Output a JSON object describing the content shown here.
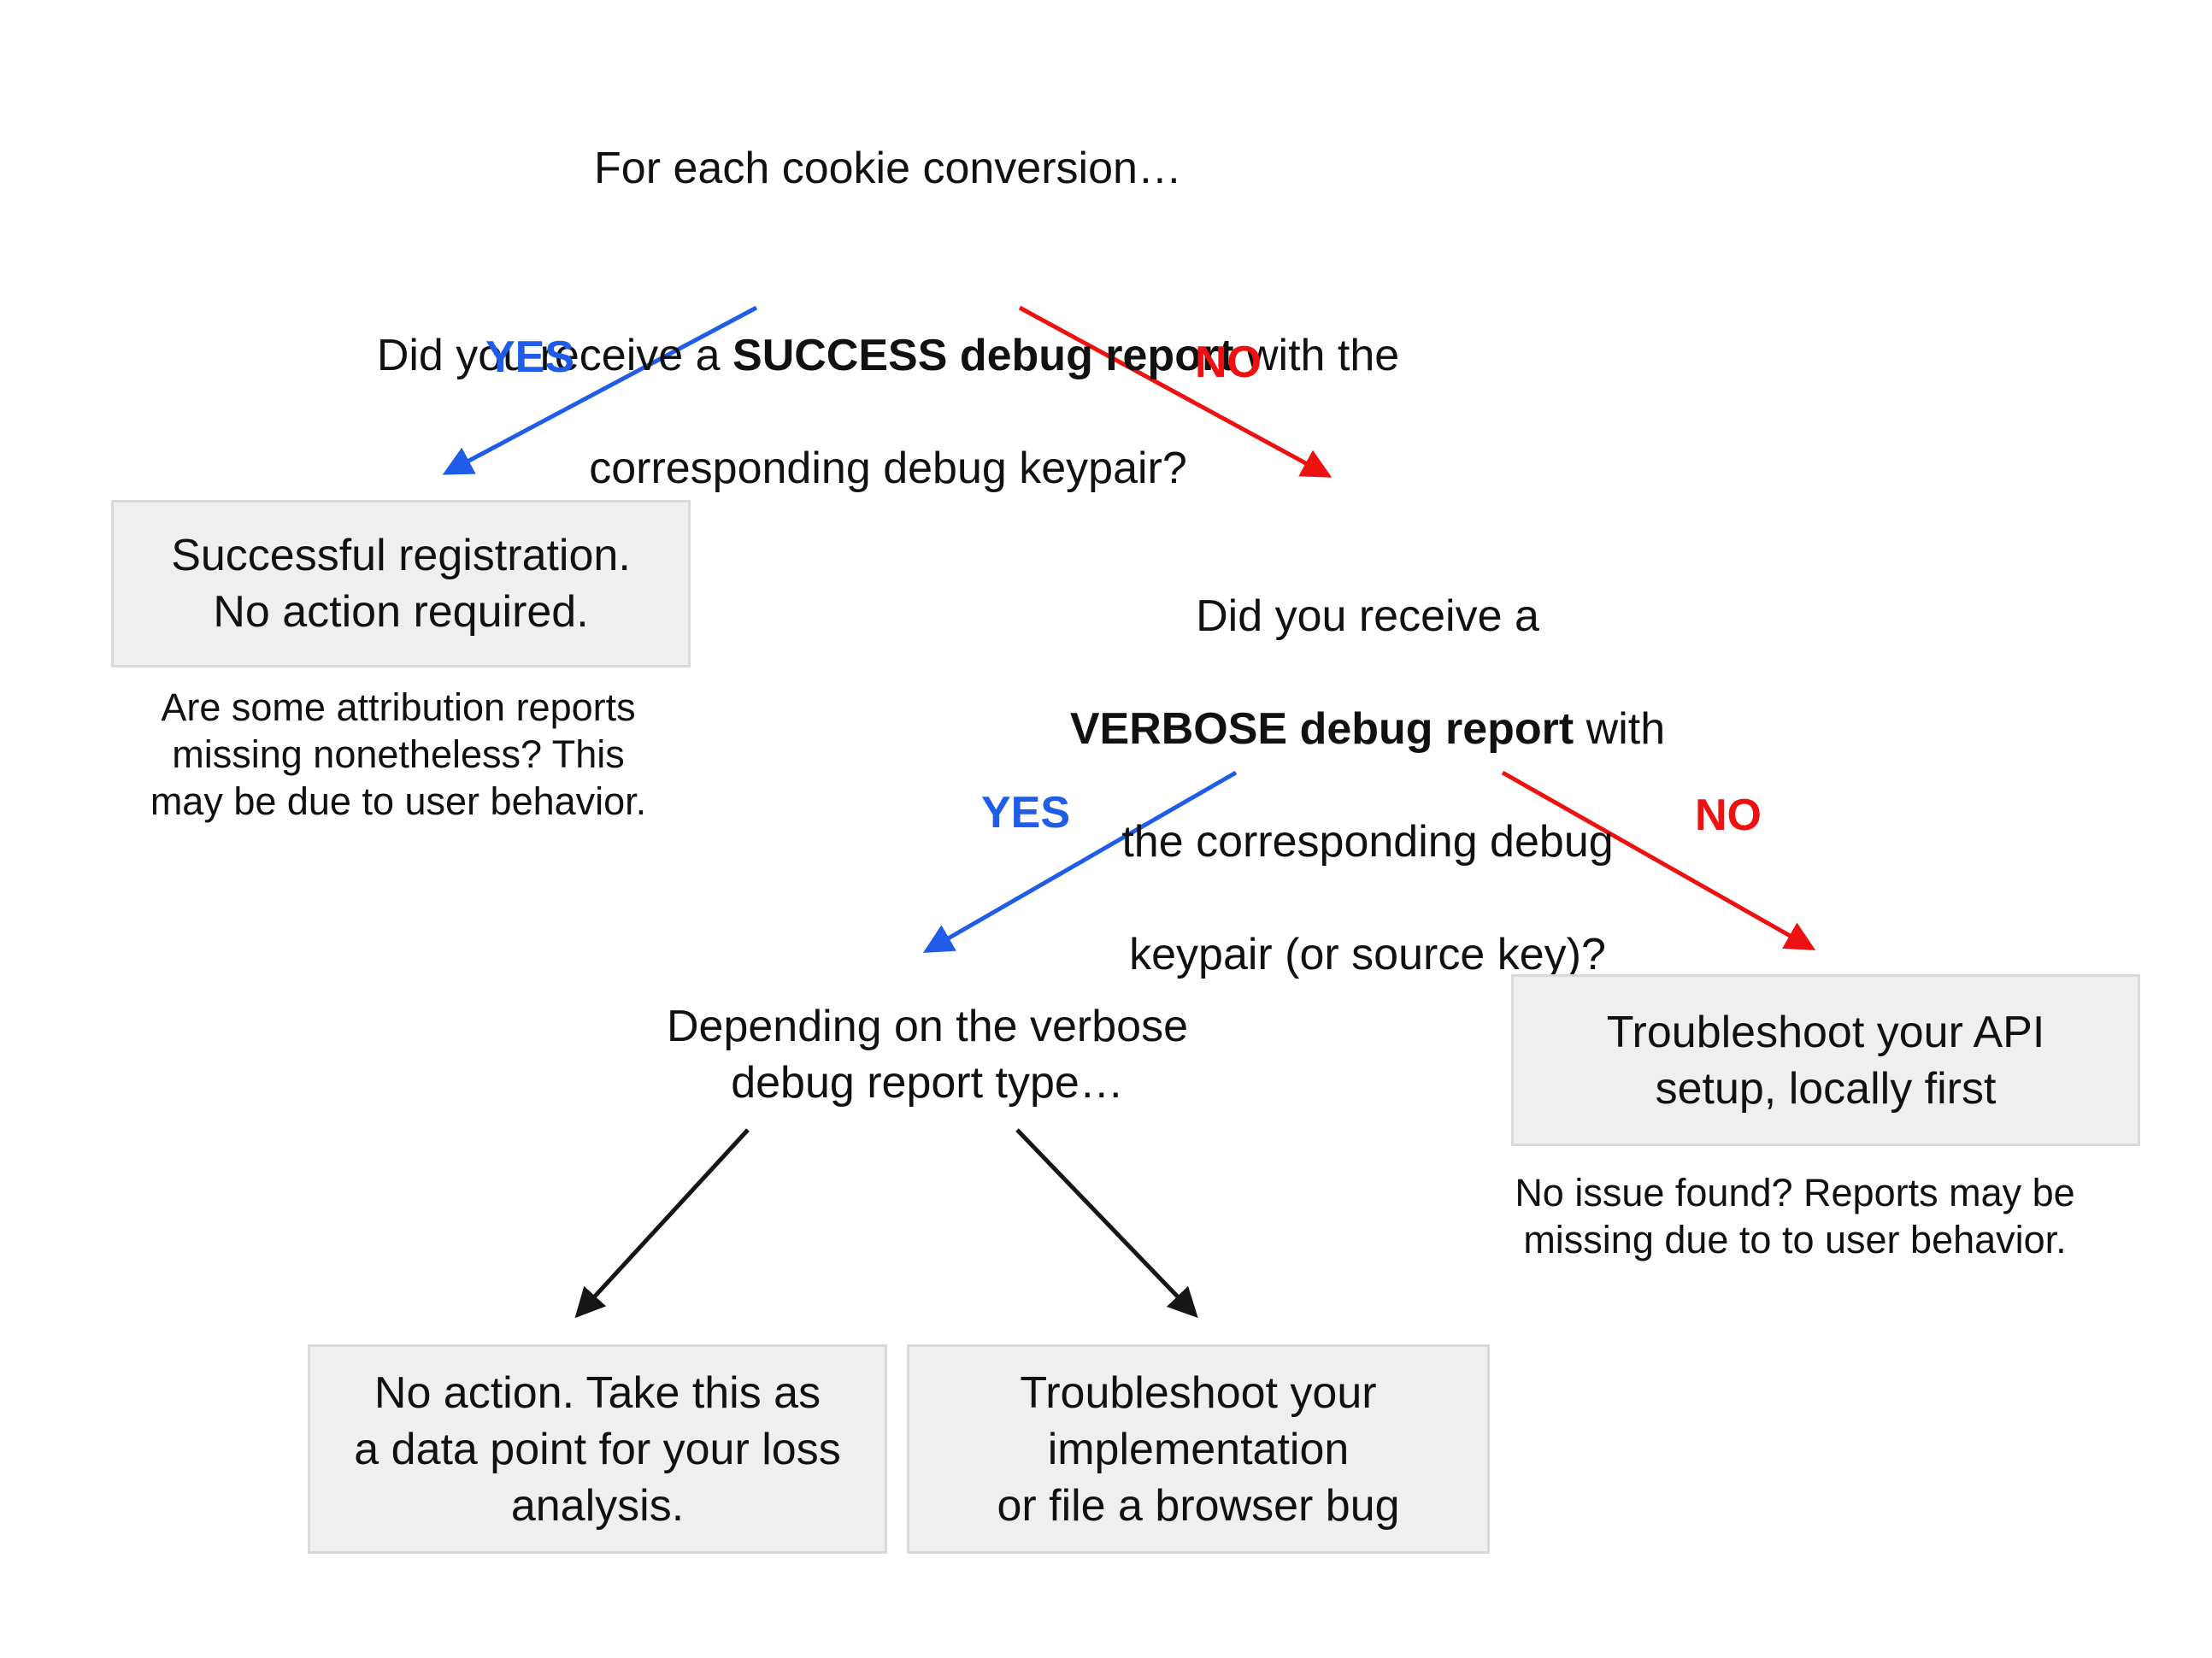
{
  "colors": {
    "yes": "#1f5ce8",
    "no": "#ee1111",
    "box_fill": "#efefef",
    "box_border": "#d9d9d9",
    "text": "#111111"
  },
  "root_question": {
    "intro": "For each cookie conversion…",
    "line1_pre": "Did you receive a ",
    "line1_bold": "SUCCESS debug report",
    "line1_post": " with the",
    "line2": "corresponding debug keypair?"
  },
  "branches": {
    "yes1": "YES",
    "no1": "NO",
    "yes2": "YES",
    "no2": "NO"
  },
  "success_box": {
    "text": "Successful registration.\nNo action required."
  },
  "success_note": {
    "text": "Are some attribution reports\nmissing nonetheless? This\nmay be due to user behavior."
  },
  "verbose_question": {
    "line1": "Did you receive a",
    "line2_bold": "VERBOSE debug report",
    "line2_post": " with",
    "line3": "the corresponding debug",
    "line4": "keypair (or source key)?"
  },
  "depending": {
    "text": "Depending on the verbose\ndebug report type…"
  },
  "api_box": {
    "text": "Troubleshoot your API\nsetup, locally first"
  },
  "api_note": {
    "text": "No issue found? Reports may be\nmissing due to to user behavior."
  },
  "loss_box": {
    "text": "No action. Take this as\na data point for your loss\nanalysis."
  },
  "impl_box": {
    "text": "Troubleshoot your\nimplementation\nor file a browser bug"
  }
}
